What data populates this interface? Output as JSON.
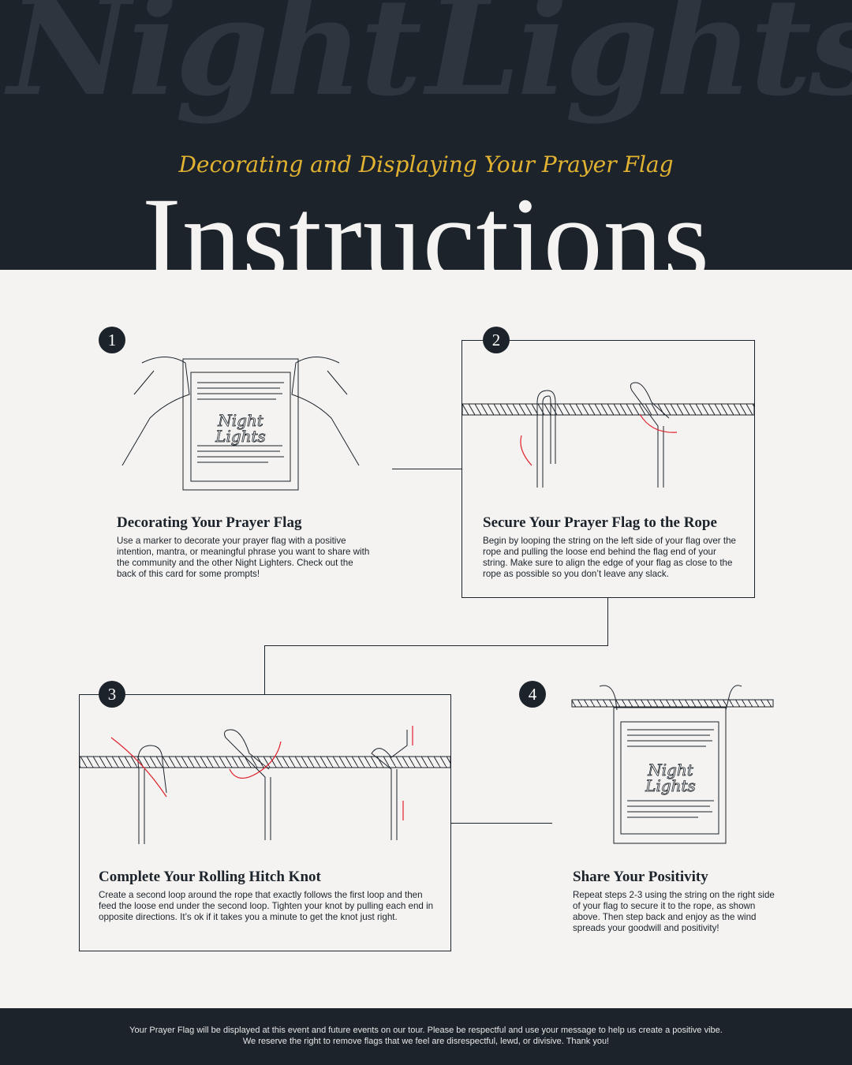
{
  "header": {
    "watermark": "Night Lights",
    "subtitle": "Decorating and Displaying Your Prayer Flag",
    "title": "Instructions"
  },
  "flag_logo": "Night Lights",
  "steps": [
    {
      "number": "1",
      "title": "Decorating Your Prayer Flag",
      "body": "Use a marker to decorate your prayer flag with a positive intention, mantra, or meaningful phrase you want to share with the community and the other Night Lighters. Check out the back of this card for some prompts!"
    },
    {
      "number": "2",
      "title": "Secure Your Prayer Flag to the Rope",
      "body": "Begin by looping the string on the left side of your flag over the rope and pulling the loose end behind the flag end of your string. Make sure to align the edge of your flag as close to the rope as possible so you don’t leave any slack."
    },
    {
      "number": "3",
      "title": "Complete Your Rolling Hitch Knot",
      "body": "Create a second loop around the rope that exactly follows the first loop and then feed the loose end under the second loop. Tighten your knot by pulling each end in opposite directions. It’s ok if it takes you a minute to get the knot just right."
    },
    {
      "number": "4",
      "title": "Share Your Positivity",
      "body": "Repeat steps 2-3 using the string on the right side of your flag to secure it to the rope, as shown above. Then step back and enjoy as the wind spreads your goodwill and positivity!"
    }
  ],
  "footer": {
    "line1": "Your Prayer Flag will be displayed at this event and future events on our tour. Please be respectful and use your message to help us create a positive vibe.",
    "line2": "We reserve the right to remove flags that we feel are disrespectful, lewd, or divisive. Thank you!"
  },
  "colors": {
    "dark": "#1c232b",
    "accent": "#e2b231",
    "arrow": "#e0202a",
    "paper": "#f4f3f1"
  }
}
